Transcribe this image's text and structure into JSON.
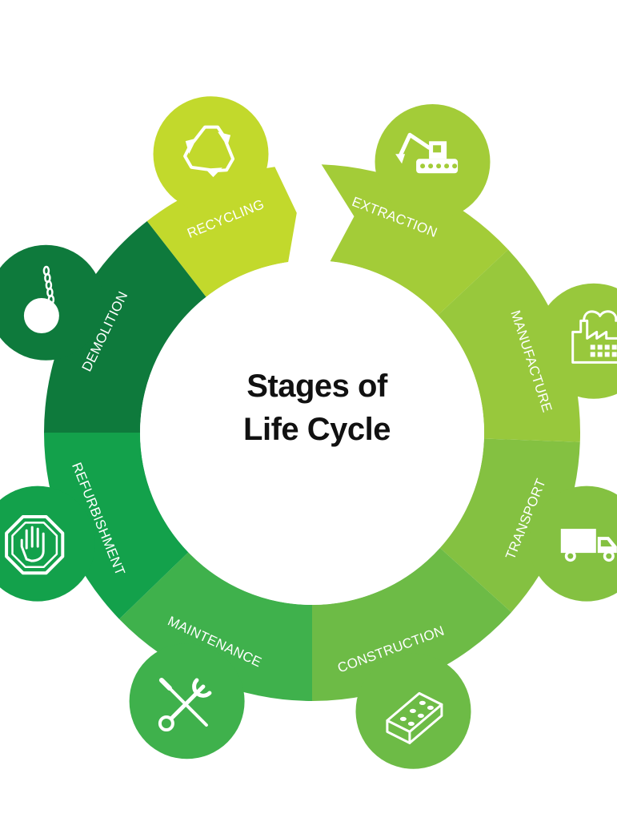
{
  "title": {
    "line1": "Stages of",
    "line2": "Life Cycle"
  },
  "stages": [
    {
      "label": "EXTRACTION",
      "icon": "excavator-icon",
      "color": "#a3cc38"
    },
    {
      "label": "MANUFACTURE",
      "icon": "factory-icon",
      "color": "#98c83c"
    },
    {
      "label": "TRANSPORT",
      "icon": "truck-icon",
      "color": "#84c141"
    },
    {
      "label": "CONSTRUCTION",
      "icon": "brick-icon",
      "color": "#6dbb46"
    },
    {
      "label": "MAINTENANCE",
      "icon": "tools-icon",
      "color": "#3fb14c"
    },
    {
      "label": "REFURBISHMENT",
      "icon": "stop-hand-icon",
      "color": "#13a14b"
    },
    {
      "label": "DEMOLITION",
      "icon": "wrecking-ball-icon",
      "color": "#0e7a3c"
    },
    {
      "label": "RECYCLING",
      "icon": "recycle-icon",
      "color": "#c2d92c"
    }
  ],
  "colors": {
    "background": "#ffffff",
    "title": "#111111",
    "label": "#ffffff"
  }
}
